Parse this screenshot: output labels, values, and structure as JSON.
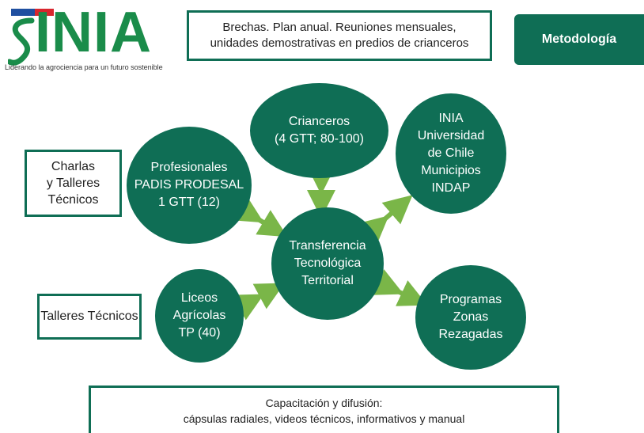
{
  "logo": {
    "name": "INIA",
    "tagline": "Liderando la agrociencia para un futuro sostenible"
  },
  "header": {
    "summary_lines": [
      "Brechas. Plan anual. Reuniones mensuales,",
      "unidades demostrativas en predios de crianceros"
    ],
    "tab_label": "Metodología"
  },
  "side_boxes": {
    "talks_lines": [
      "Charlas",
      "y Talleres",
      "Técnicos"
    ],
    "workshops": "Talleres Técnicos"
  },
  "nodes": {
    "center": [
      "Transferencia",
      "Tecnológica",
      "Territorial"
    ],
    "crianceros": [
      "Crianceros",
      "(4 GTT; 80-100)"
    ],
    "institutions": [
      "INIA",
      "Universidad",
      "de Chile",
      "Municipios",
      "INDAP"
    ],
    "profesionales": [
      "Profesionales",
      "PADIS PRODESAL",
      "1 GTT (12)"
    ],
    "liceos": [
      "Liceos",
      "Agrícolas",
      "TP (40)"
    ],
    "programas": [
      "Programas",
      "Zonas",
      "Rezagadas"
    ]
  },
  "footer": {
    "lines": [
      "Capacitación y difusión:",
      "cápsulas radiales, videos técnicos, informativos y manual"
    ]
  },
  "colors": {
    "primary": "#0f6e55",
    "arrow": "#7ab648",
    "logo_green": "#1a8c4a"
  }
}
